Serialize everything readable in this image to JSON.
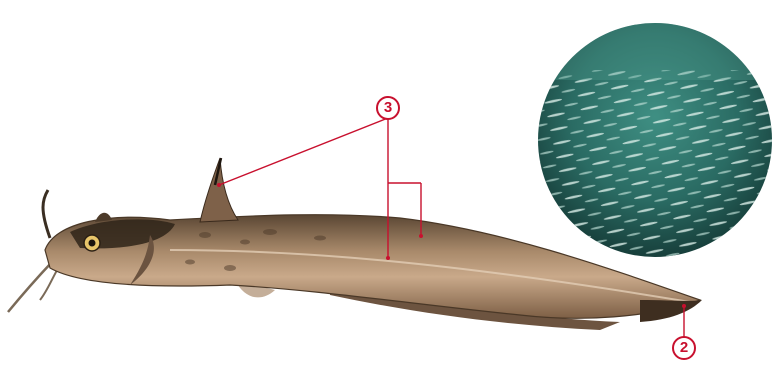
{
  "image": {
    "subject": "fish-body-diagram",
    "main_subject": "catfish",
    "inset_subject": "school-of-small-fish",
    "colors": {
      "annotation": "#c8102e",
      "background": "#ffffff",
      "water": "#2a6b63",
      "fish_body": "#a8896a"
    }
  },
  "callouts": [
    {
      "id": "callout-3",
      "label": "3"
    },
    {
      "id": "callout-2",
      "label": "2"
    }
  ]
}
